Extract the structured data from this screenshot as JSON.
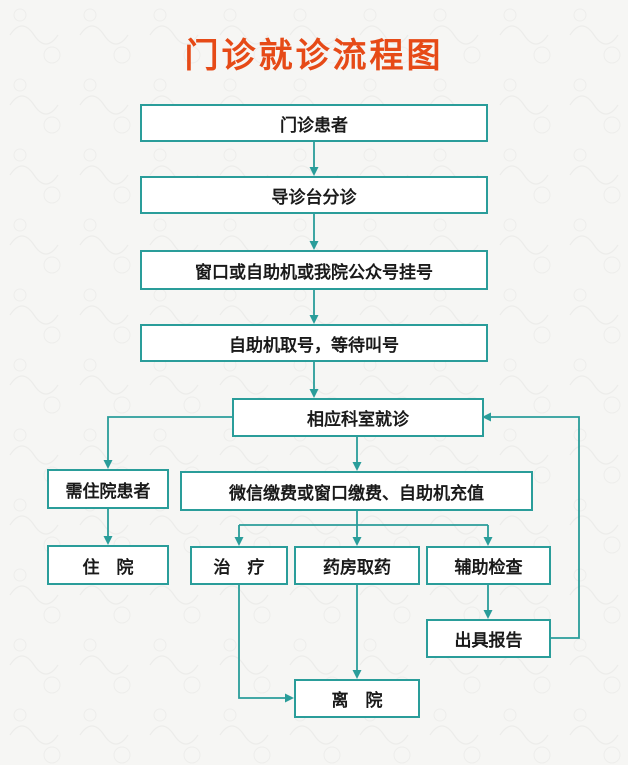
{
  "title": "门诊就诊流程图",
  "colors": {
    "title": "#e64a17",
    "box_border": "#2a9d9a",
    "arrow": "#2a9d9a"
  },
  "steps": {
    "outpatient": "门诊患者",
    "triage": "导诊台分诊",
    "register": "窗口或自助机或我院公众号挂号",
    "take_number": "自助机取号，等待叫号",
    "department_visit": "相应科室就诊",
    "inpatient_needed": "需住院患者",
    "payment": "微信缴费或窗口缴费、自助机充值",
    "hospitalize": "住　院",
    "treatment": "治　疗",
    "pharmacy": "药房取药",
    "exam": "辅助检查",
    "report": "出具报告",
    "discharge": "离　院"
  }
}
